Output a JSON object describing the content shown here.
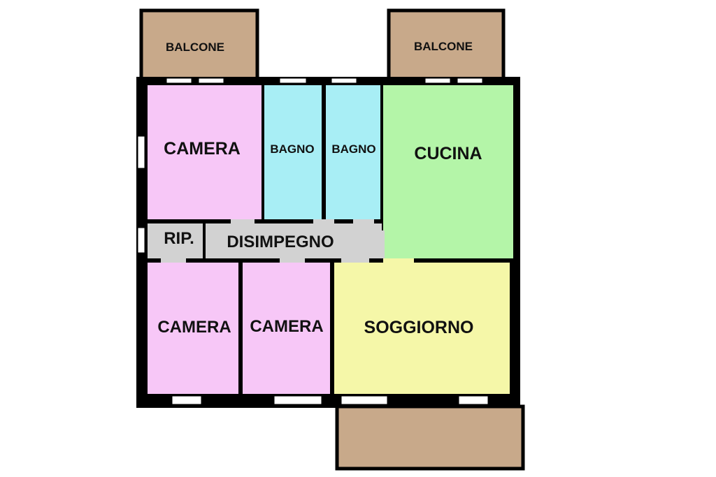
{
  "rooms": {
    "balcone_left": {
      "label": "BALCONE",
      "color": "#c8a98a"
    },
    "balcone_right": {
      "label": "BALCONE",
      "color": "#c8a98a"
    },
    "balcone_bottom": {
      "label": "",
      "color": "#c8a98a"
    },
    "camera_top": {
      "label": "CAMERA",
      "color": "#f7c7f7"
    },
    "bagno_1": {
      "label": "BAGNO",
      "color": "#a8eef5"
    },
    "bagno_2": {
      "label": "BAGNO",
      "color": "#a8eef5"
    },
    "cucina": {
      "label": "CUCINA",
      "color": "#b4f5a8"
    },
    "ripostiglio": {
      "label": "RIP.",
      "color": "#d2d2d2"
    },
    "disimpegno": {
      "label": "DISIMPEGNO",
      "color": "#d2d2d2"
    },
    "camera_bl": {
      "label": "CAMERA",
      "color": "#f7c7f7"
    },
    "camera_bm": {
      "label": "CAMERA",
      "color": "#f7c7f7"
    },
    "soggiorno": {
      "label": "SOGGIORNO",
      "color": "#f5f7a8"
    }
  }
}
